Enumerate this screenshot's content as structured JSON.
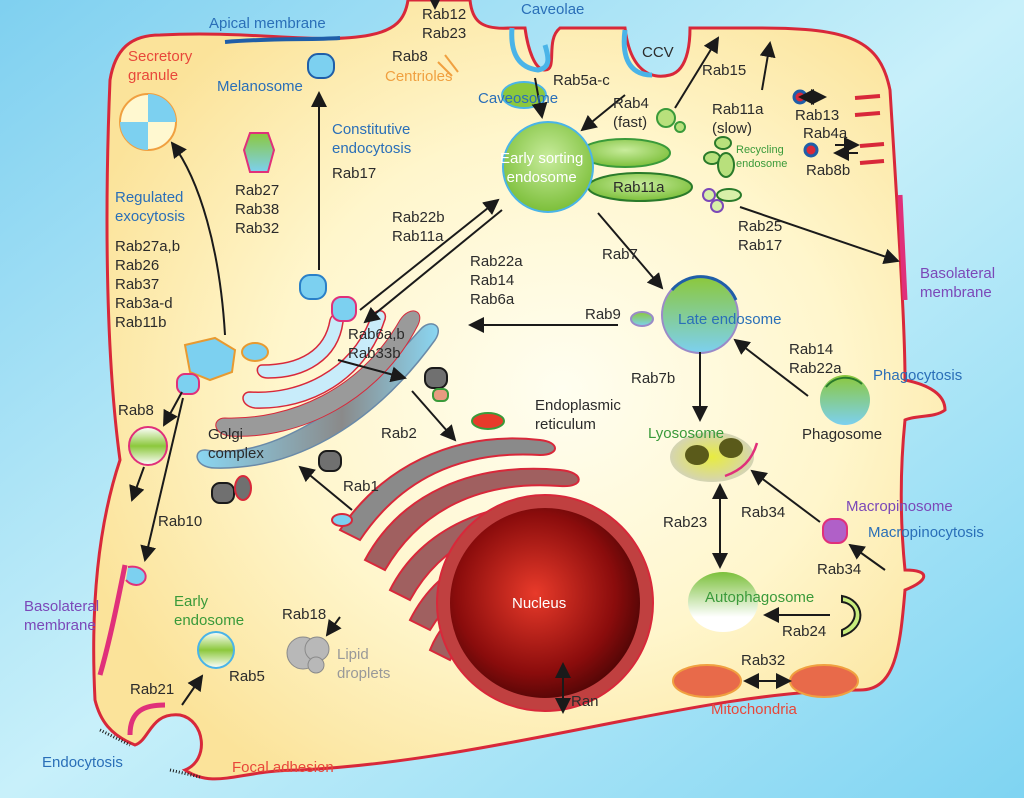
{
  "title": "Rab GTPases in intracellular membrane trafficking",
  "colors": {
    "background": "#8fd8f2",
    "cytoplasm": "#fbe8a0",
    "membrane": "#d8283a",
    "apical": "#1f5ea8",
    "basolateral": "#e0307a",
    "nucleus": "#c81e1e",
    "early_endosome": "#8cc83c",
    "late_endosome": "#7cc8e8"
  },
  "membranes": {
    "apical": "Apical membrane",
    "basolateral_right": "Basolateral\nmembrane",
    "basolateral_left": "Basolateral\nmembrane",
    "caveolae": "Caveolae",
    "ccv": "CCV",
    "focal_adhesion": "Focal adhesion"
  },
  "organelles": {
    "secretory_granule": "Secretory\ngranule",
    "melanosome": "Melanosome",
    "centrioles": "Centrioles",
    "caveosome": "Caveosome",
    "early_sorting_endosome": "Early sorting\nendosome",
    "recycling_endosome": "Recycling\nendosome",
    "late_endosome": "Late endosome",
    "golgi": "Golgi\ncomplex",
    "er": "Endoplasmic\nreticulum",
    "lysosome": "Lyososome",
    "phagosome": "Phagosome",
    "macropinosome": "Macropinosome",
    "nucleus": "Nucleus",
    "autophagosome": "Autophagosome",
    "mitochondria": "Mitochondria",
    "early_endosome": "Early\nendosome",
    "lipid_droplets": "Lipid\ndroplets"
  },
  "processes": {
    "constitutive_endocytosis": "Constitutive\nendocytosis",
    "regulated_exocytosis": "Regulated\nexocytosis",
    "phagocytosis": "Phagocytosis",
    "macropinocytosis": "Macropinocytosis",
    "endocytosis": "Endocytosis"
  },
  "rabs": {
    "rab12_23": "Rab12\nRab23",
    "rab8_centriole": "Rab8",
    "rab5ac": "Rab5a-c",
    "rab4_fast": "Rab4\n(fast)",
    "rab15": "Rab15",
    "rab11a_slow": "Rab11a\n(slow)",
    "rab13": "Rab13",
    "rab4a": "Rab4a",
    "rab8b": "Rab8b",
    "rab11a_tubule": "Rab11a",
    "rab25_17": "Rab25\nRab17",
    "rab17": "Rab17",
    "rab27_38_32": "Rab27\nRab38\nRab32",
    "rab_exo": "Rab27a,b\nRab26\nRab37\nRab3a-d\nRab11b",
    "rab22b_11a": "Rab22b\nRab11a",
    "rab22a_14_6a": "Rab22a\nRab14\nRab6a",
    "rab7": "Rab7",
    "rab9": "Rab9",
    "rab6_33b": "Rab6a,b\nRab33b",
    "rab8_left": "Rab8",
    "rab2": "Rab2",
    "rab1": "Rab1",
    "rab10": "Rab10",
    "rab7b": "Rab7b",
    "rab14_22a": "Rab14\nRab22a",
    "rab23_auto": "Rab23",
    "rab34_a": "Rab34",
    "rab34_b": "Rab34",
    "rab24": "Rab24",
    "rab32": "Rab32",
    "ran": "Ran",
    "rab18": "Rab18",
    "rab21": "Rab21",
    "rab5": "Rab5"
  }
}
